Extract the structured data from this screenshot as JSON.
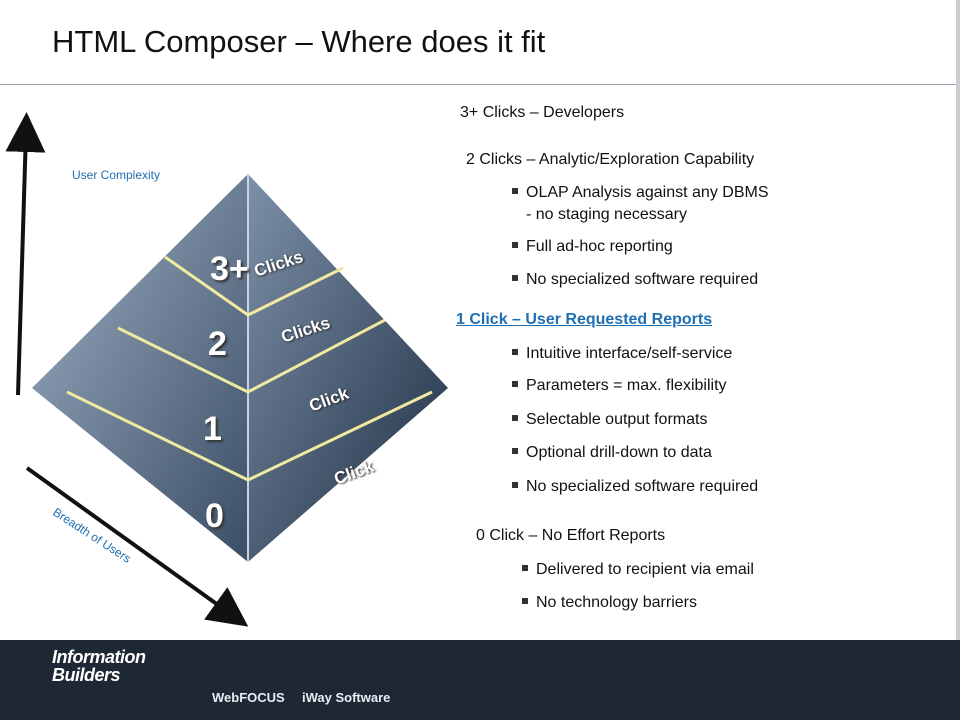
{
  "slide": {
    "title": "HTML Composer – Where does it fit"
  },
  "axes": {
    "y_label": "User Complexity",
    "x_label": "Breadth of Users"
  },
  "pyramid": {
    "levels": [
      {
        "number": "3+",
        "clicks": "Clicks"
      },
      {
        "number": "2",
        "clicks": "Clicks"
      },
      {
        "number": "1",
        "clicks": "Click"
      },
      {
        "number": "0",
        "clicks": "Click"
      }
    ]
  },
  "content": {
    "level3": {
      "heading": "3+ Clicks – Developers"
    },
    "level2": {
      "heading": "2   Clicks – Analytic/Exploration Capability",
      "bullets": [
        "OLAP Analysis against any DBMS",
        "- no staging necessary",
        "Full ad-hoc reporting",
        "No specialized software required"
      ]
    },
    "level1": {
      "heading": "1   Click – User Requested Reports",
      "bullets": [
        "Intuitive interface/self-service",
        "Parameters = max. flexibility",
        "Selectable output formats",
        "Optional drill-down to data",
        "No specialized software required"
      ]
    },
    "level0": {
      "heading": "0   Click – No Effort Reports",
      "bullets": [
        "Delivered to recipient via email",
        "No technology barriers"
      ]
    }
  },
  "footer": {
    "logo_line1": "Information",
    "logo_line2": "Builders",
    "products": [
      "WebFOCUS",
      "iWay Software"
    ]
  },
  "colors": {
    "accent": "#1f6fb2",
    "footer_bg": "#1d2834",
    "divider": "#f2e9a0"
  }
}
